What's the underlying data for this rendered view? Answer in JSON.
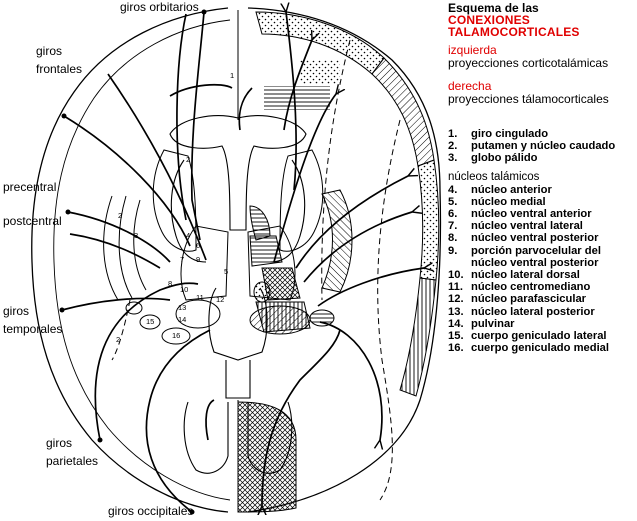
{
  "labels": {
    "giros_orbitarios": "giros orbitarios",
    "giros_frontales_1": "giros",
    "giros_frontales_2": "frontales",
    "precentral": "precentral",
    "postcentral": "postcentral",
    "giros_temporales_1": "giros",
    "giros_temporales_2": "temporales",
    "giros_parietales_1": "giros",
    "giros_parietales_2": "parietales",
    "giros_occipitales": "giros occipitales"
  },
  "legend": {
    "title_line1": "Esquema de las",
    "title_line2": "CONEXIONES",
    "title_line3": "TALAMOCORTICALES",
    "left_label": "izquierda",
    "left_desc": "proyecciones corticotalámicas",
    "right_label": "derecha",
    "right_desc": "proyecciones tálamocorticales",
    "items_a": [
      {
        "num": "1.",
        "text": "giro cingulado"
      },
      {
        "num": "2.",
        "text": "putamen y núcleo caudado"
      },
      {
        "num": "3.",
        "text": "globo pálido"
      }
    ],
    "nuclei_heading": "núcleos talámicos",
    "items_b": [
      {
        "num": "4.",
        "text": "núcleo anterior"
      },
      {
        "num": "5.",
        "text": "núcleo medial"
      },
      {
        "num": "6.",
        "text": "núcleo ventral anterior"
      },
      {
        "num": "7.",
        "text": "núcleo ventral lateral"
      },
      {
        "num": "8.",
        "text": "núcleo ventral posterior"
      },
      {
        "num": "9.",
        "text": "porción parvocelular del"
      },
      {
        "num": "",
        "text": "núcleo ventral posterior"
      },
      {
        "num": "10.",
        "text": "núcleo lateral dorsal"
      },
      {
        "num": "11.",
        "text": "núcleo centromediano"
      },
      {
        "num": "12.",
        "text": "núcleo parafascicular"
      },
      {
        "num": "13.",
        "text": "núcleo lateral posterior"
      },
      {
        "num": "14.",
        "text": "pulvinar"
      },
      {
        "num": "15.",
        "text": "cuerpo geniculado lateral"
      },
      {
        "num": "16.",
        "text": "cuerpo geniculado medial"
      }
    ]
  },
  "diagram_numbers": {
    "n1": "1",
    "n2": "2",
    "n2b": "2",
    "n2c": "2",
    "n3": "3",
    "n4": "4",
    "n5": "5",
    "n6": "6",
    "n7": "7",
    "n8": "8",
    "n9": "9",
    "n10": "10",
    "n11": "11",
    "n12": "12",
    "n13": "13",
    "n14": "14",
    "n15": "15",
    "n16": "16"
  },
  "colors": {
    "accent": "#e00000",
    "ink": "#000000"
  }
}
